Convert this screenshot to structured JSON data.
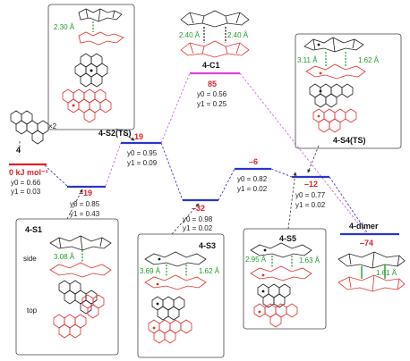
{
  "states": {
    "start": {
      "name": "4",
      "energy": "0 kJ mol⁻¹",
      "y0": "y0 = 0.66",
      "y1": "y1 = 0.03",
      "multiplier": "×2"
    },
    "s1": {
      "name": "4-S1",
      "energy": "–19",
      "y0": "y0 = 0.85",
      "y1": "y1 = 0.43"
    },
    "s2ts": {
      "name": "4-S2(TS)",
      "energy": "19",
      "y0": "y0 = 0.95",
      "y1": "y1 = 0.09"
    },
    "s3": {
      "name": "4-S3",
      "energy": "–32",
      "y0": "y0 = 0.98",
      "y1": "y1 = 0.02"
    },
    "c1": {
      "name": "4-C1",
      "energy": "85",
      "y0": "y0 = 0.56",
      "y1": "y1 = 0.25"
    },
    "s5": {
      "name": "4-S5",
      "energy": "–6",
      "y0": "y0 = 0.82",
      "y1": "y1 = 0.02"
    },
    "s4ts": {
      "name": "4-S4(TS)",
      "energy": "–12",
      "y0": "y0 = 0.77",
      "y1": "y1 = 0.02"
    },
    "dimer": {
      "name": "4-dimer",
      "energy": "–74"
    }
  },
  "distances": {
    "s2ts": "2.30 Å",
    "c1_left": "2.40 Å",
    "c1_right": "2.40 Å",
    "s1": "3.08 Å",
    "s3_left": "3.69 Å",
    "s3_right": "1.62 Å",
    "s5_left": "2.95 Å",
    "s5_right": "1.63 Å",
    "s4ts_left": "3.11 Å",
    "s4ts_right": "1.62 Å",
    "dimer": "1.61 Å"
  },
  "views": {
    "side": "side",
    "top": "top"
  },
  "colors": {
    "level": "#2b35c9",
    "level_high": "#e040e0",
    "level_start": "#d9232a",
    "energy_text": "#d9232a",
    "distance_text": "#1f9a2c",
    "path_pink": "#d26ad8",
    "path_blue": "#3b3fc4",
    "path_black": "#333333"
  }
}
